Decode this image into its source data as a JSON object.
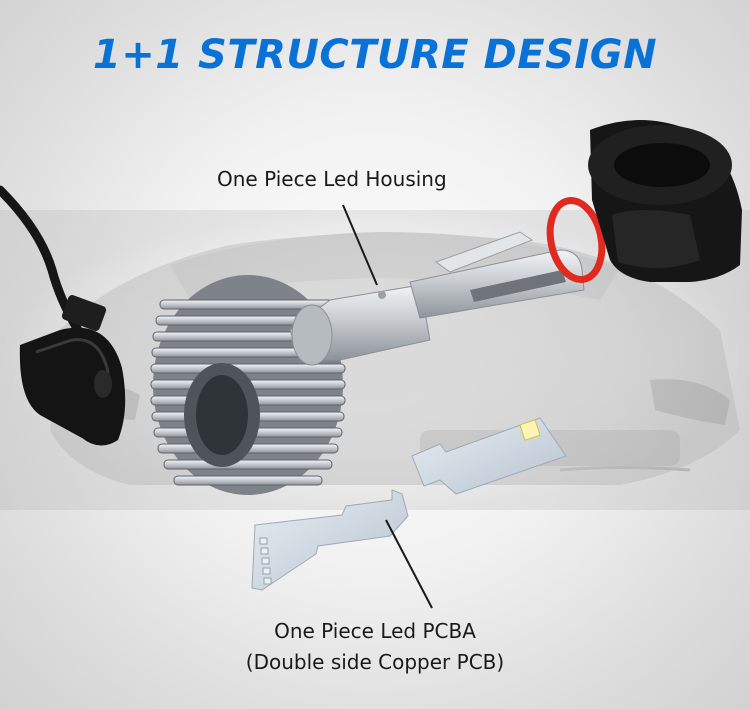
{
  "page": {
    "title": "1+1 STRUCTURE DESIGN"
  },
  "callouts": {
    "housing": "One Piece Led Housing",
    "pcba_line1": "One Piece Led PCBA",
    "pcba_line2": "(Double side Copper PCB)"
  },
  "colors": {
    "title": "#0a72d6",
    "seal_ring": "#e0291f",
    "aluminum": "#c8ccd0",
    "connector": "#141414"
  }
}
